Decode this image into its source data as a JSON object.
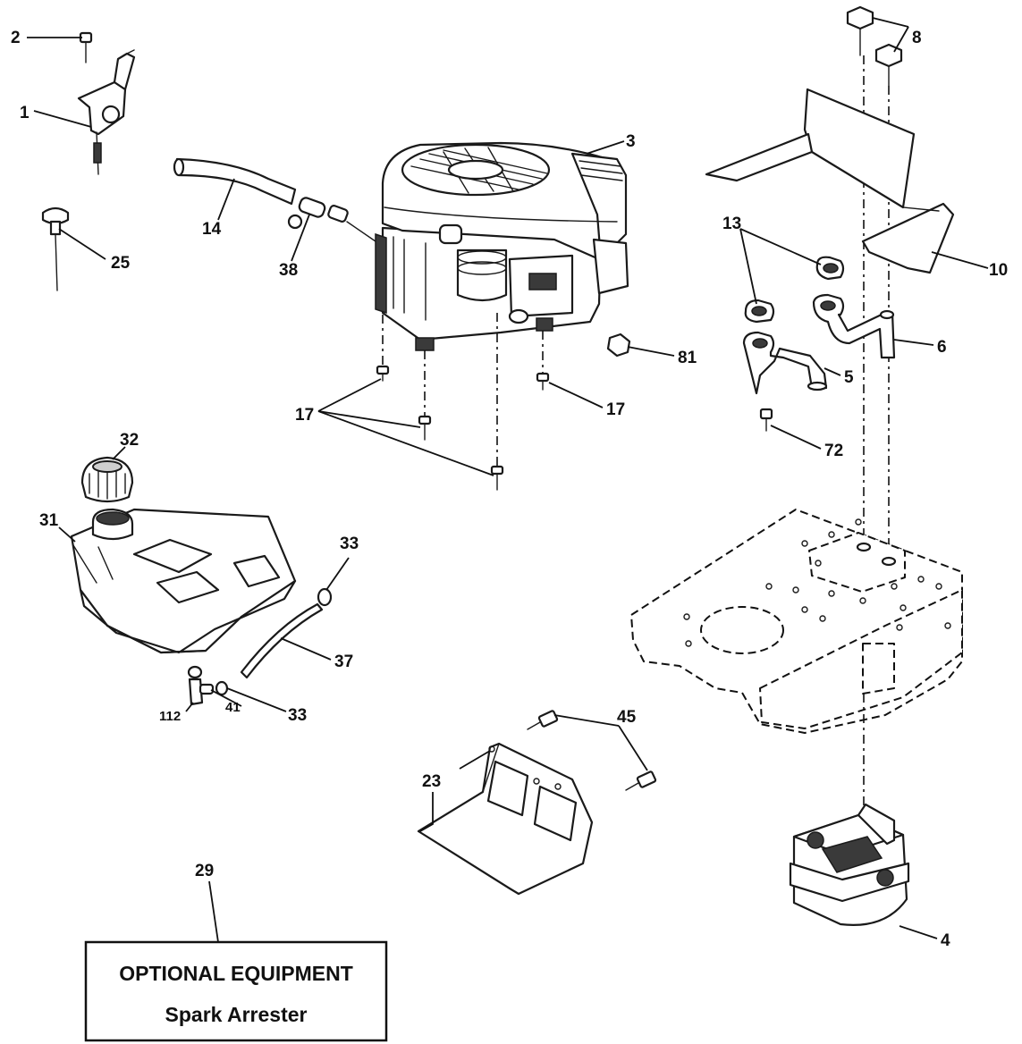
{
  "callouts": {
    "c1": "1",
    "c2": "2",
    "c3": "3",
    "c4": "4",
    "c5": "5",
    "c6": "6",
    "c8": "8",
    "c10": "10",
    "c13": "13",
    "c14": "14",
    "c17a": "17",
    "c17b": "17",
    "c23": "23",
    "c25": "25",
    "c29": "29",
    "c31": "31",
    "c32": "32",
    "c33a": "33",
    "c33b": "33",
    "c37": "37",
    "c38": "38",
    "c41": "41",
    "c45": "45",
    "c72": "72",
    "c81": "81",
    "c112": "112"
  },
  "optional_box": {
    "title": "OPTIONAL EQUIPMENT",
    "item": "Spark Arrester"
  }
}
